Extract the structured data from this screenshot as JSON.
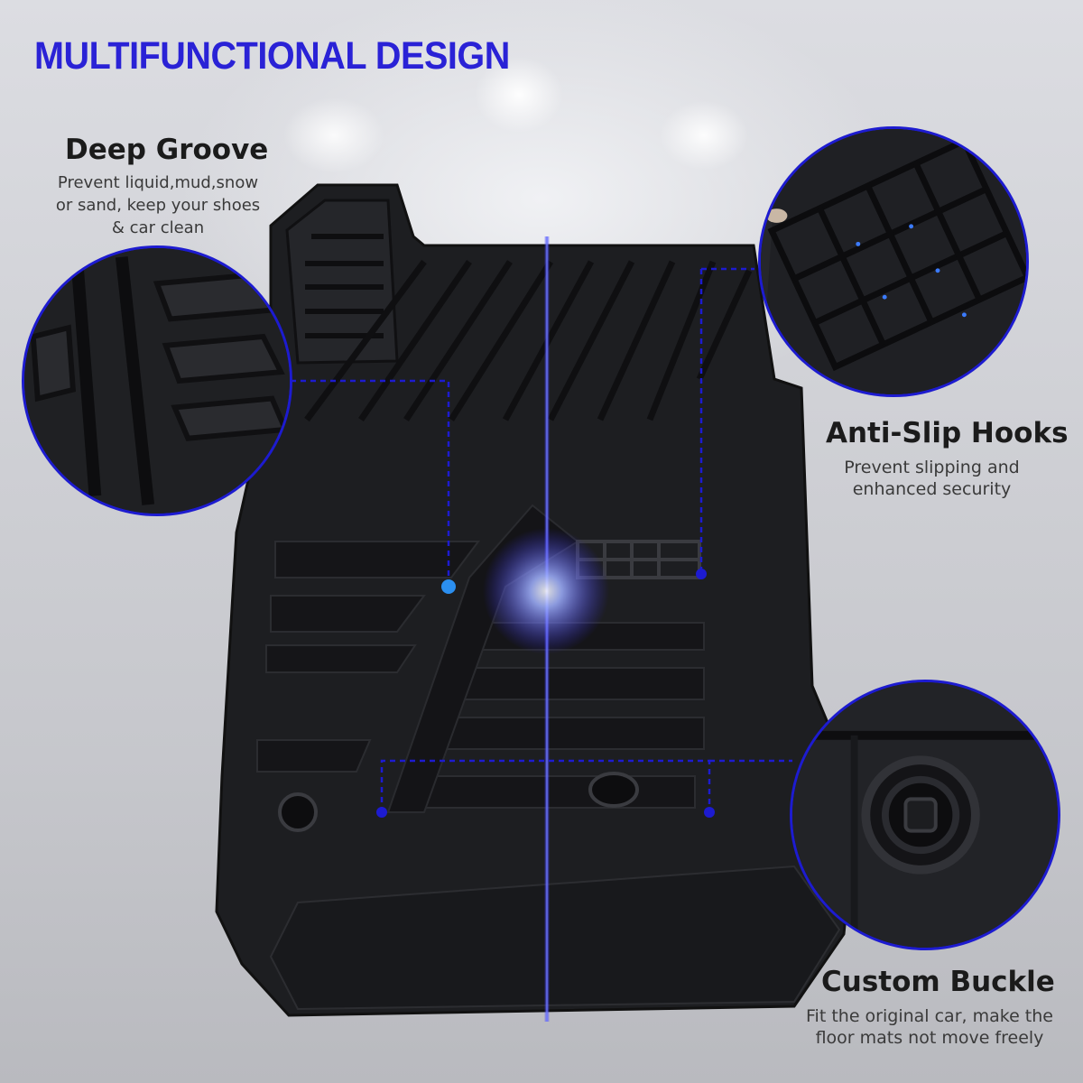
{
  "headline": "MULTIFUNCTIONAL DESIGN",
  "features": [
    {
      "title": "Deep Groove",
      "description": "Prevent liquid,mud,snow\nor sand, keep your shoes\n& car clean"
    },
    {
      "title": "Anti-Slip Hooks",
      "description": "Prevent slipping and\nenhanced security"
    },
    {
      "title": "Custom Buckle",
      "description": "Fit the original car, make the\nfloor mats not move freely"
    }
  ],
  "colors": {
    "accent": "#2a22d6",
    "callout_line": "#1d1bd0",
    "callout_dot_light": "#2b8ff0"
  }
}
